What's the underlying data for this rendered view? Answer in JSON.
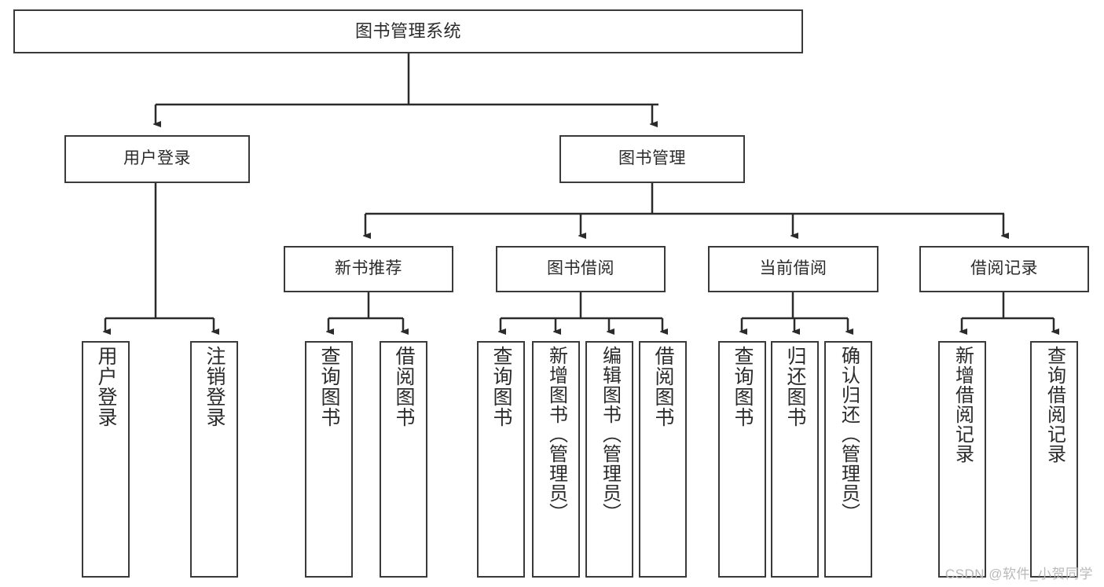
{
  "diagram": {
    "type": "tree",
    "title": "图书管理系统",
    "root": {
      "id": "root",
      "label": "图书管理系统"
    },
    "level2": [
      {
        "id": "user-login",
        "label": "用户登录"
      },
      {
        "id": "book-manage",
        "label": "图书管理"
      }
    ],
    "level3": [
      {
        "id": "new-book-rec",
        "label": "新书推荐",
        "parent": "book-manage"
      },
      {
        "id": "book-borrow",
        "label": "图书借阅",
        "parent": "book-manage"
      },
      {
        "id": "current-borrow",
        "label": "当前借阅",
        "parent": "book-manage"
      },
      {
        "id": "borrow-record",
        "label": "借阅记录",
        "parent": "book-manage"
      }
    ],
    "leaves": [
      {
        "id": "leaf-user-login",
        "label": "用户登录",
        "parent": "user-login"
      },
      {
        "id": "leaf-logout",
        "label": "注销登录",
        "parent": "user-login"
      },
      {
        "id": "leaf-query-book-1",
        "label": "查询图书",
        "parent": "new-book-rec"
      },
      {
        "id": "leaf-borrow-book-1",
        "label": "借阅图书",
        "parent": "new-book-rec"
      },
      {
        "id": "leaf-query-book-2",
        "label": "查询图书",
        "parent": "book-borrow"
      },
      {
        "id": "leaf-add-book",
        "label": "新增图书（管理员）",
        "parent": "book-borrow"
      },
      {
        "id": "leaf-edit-book",
        "label": "编辑图书（管理员）",
        "parent": "book-borrow"
      },
      {
        "id": "leaf-borrow-book-2",
        "label": "借阅图书",
        "parent": "book-borrow"
      },
      {
        "id": "leaf-query-book-3",
        "label": "查询图书",
        "parent": "current-borrow"
      },
      {
        "id": "leaf-return-book",
        "label": "归还图书",
        "parent": "current-borrow"
      },
      {
        "id": "leaf-confirm-return",
        "label": "确认归还（管理员）",
        "parent": "current-borrow"
      },
      {
        "id": "leaf-add-record",
        "label": "新增借阅记录",
        "parent": "borrow-record"
      },
      {
        "id": "leaf-query-record",
        "label": "查询借阅记录",
        "parent": "borrow-record"
      }
    ]
  },
  "watermark": {
    "text": "CSDN @软件_小贺同学"
  },
  "colors": {
    "box_border": "#3a3a3a",
    "box_fill": "#ffffff",
    "wire": "#2b2b2b",
    "text": "#2b2b2b",
    "watermark": "#b9b9b9",
    "background": "#ffffff"
  }
}
